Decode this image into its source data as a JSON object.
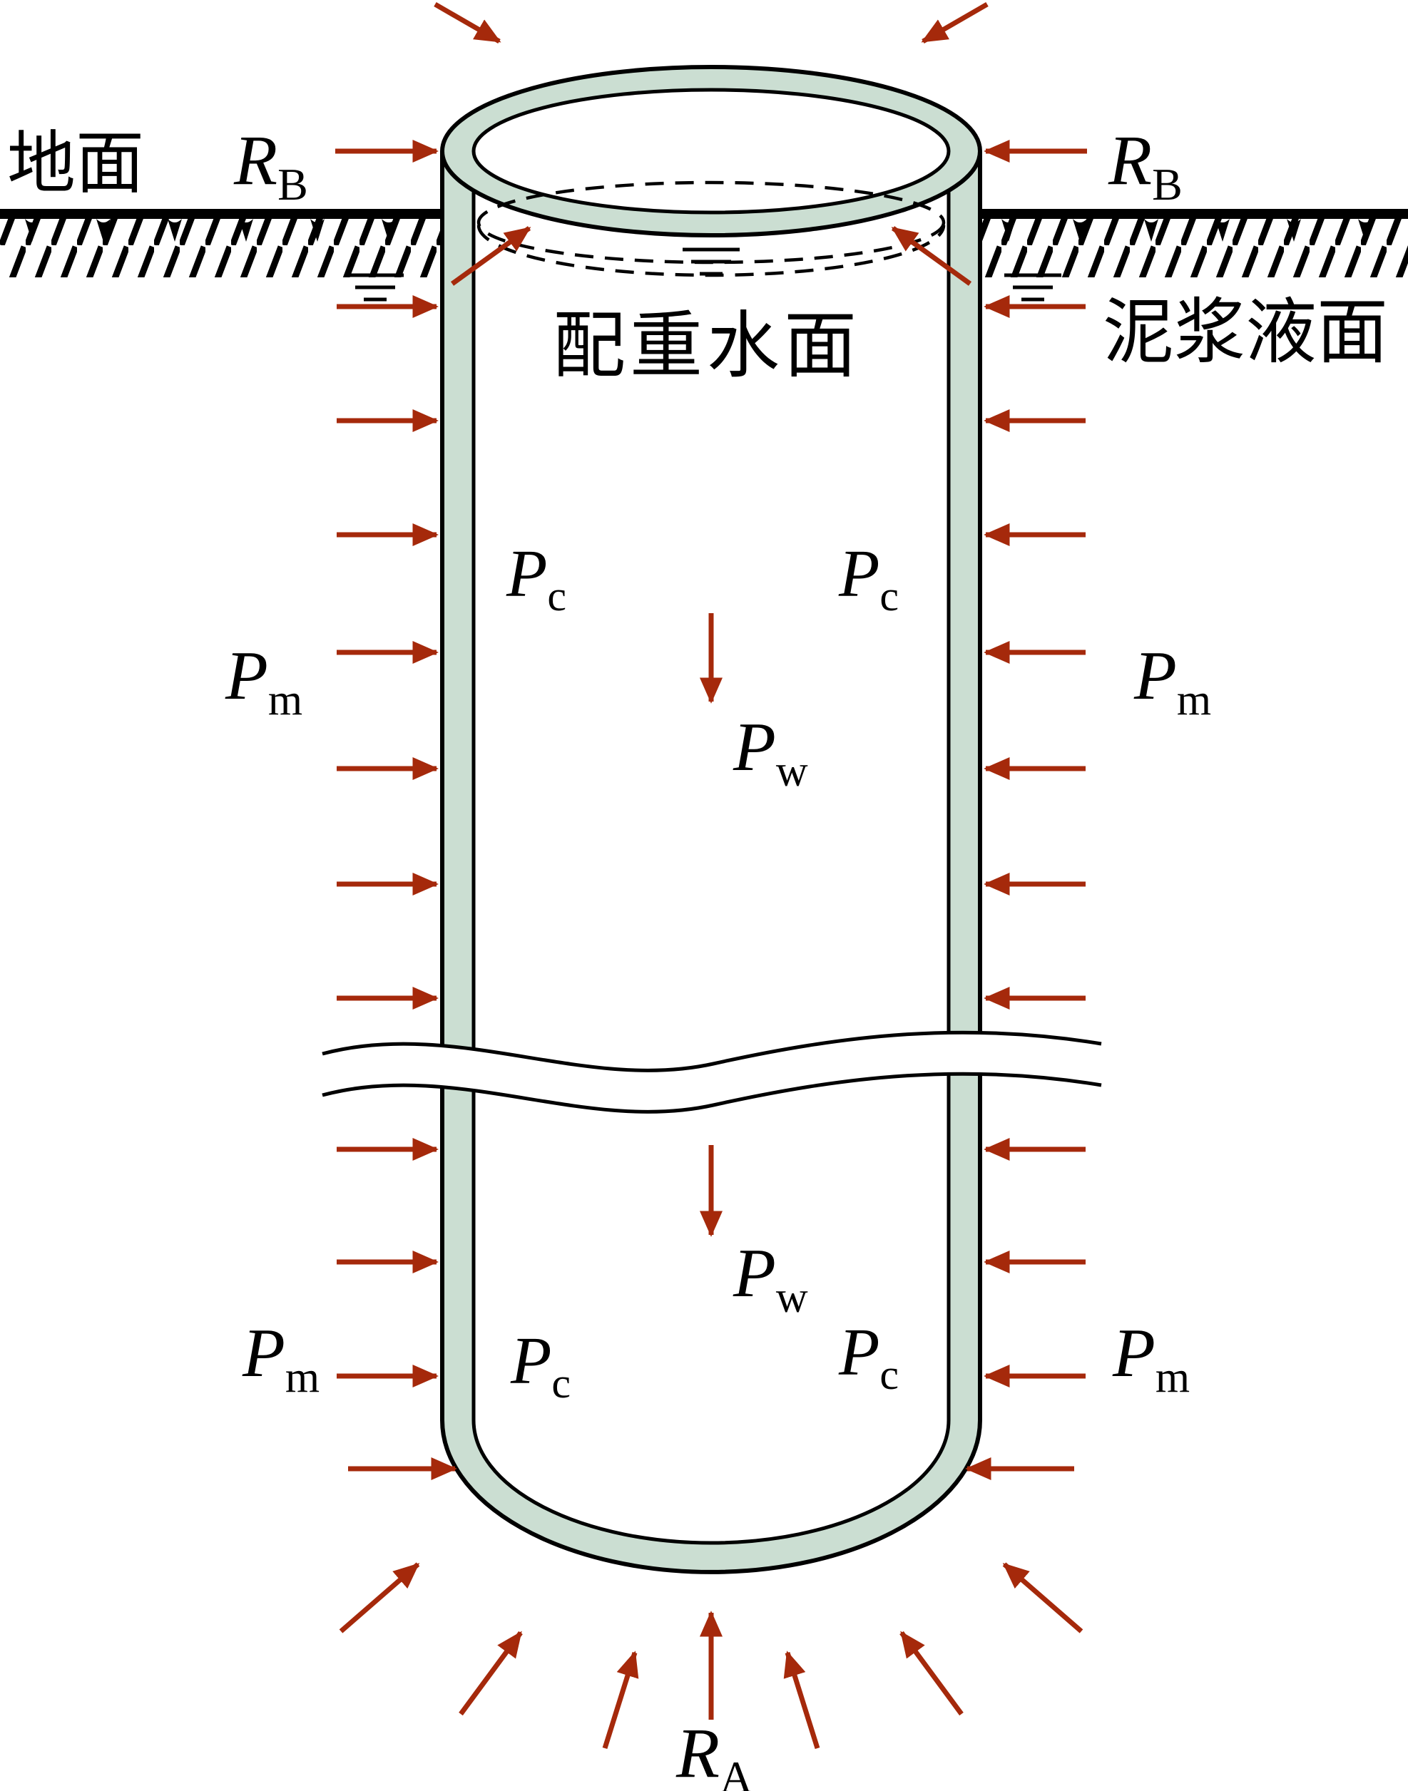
{
  "colors": {
    "arrow": "#A5290B",
    "wall_fill": "#CBDED2",
    "line": "#000000",
    "background": "#FFFFFF"
  },
  "labels": {
    "ground": "地面",
    "counterweight_water": "配重水面",
    "slurry_level": "泥浆液面",
    "R": "R",
    "sub_B": "B",
    "sub_A": "A",
    "P": "P",
    "sub_c": "c",
    "sub_m": "m",
    "sub_w": "w"
  }
}
